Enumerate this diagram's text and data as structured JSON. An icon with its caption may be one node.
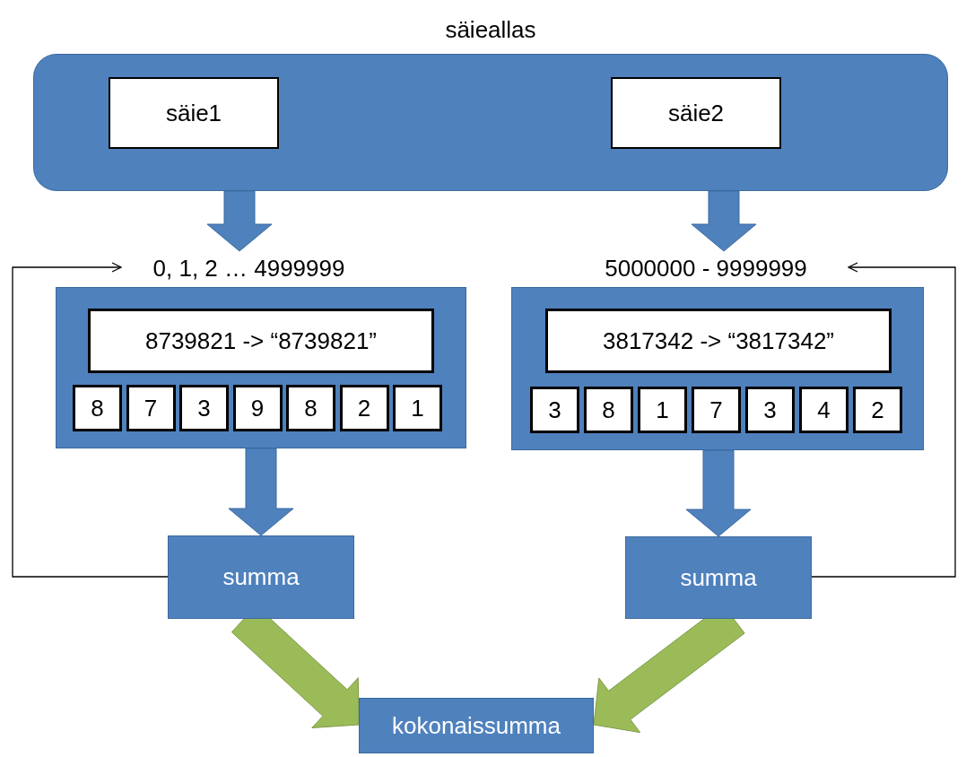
{
  "diagram": {
    "nodes": [
      {
        "text": [
          "säieallas"
        ]
      },
      {
        "text": [
          "säie1"
        ],
        "in": 0
      },
      {
        "text": [
          "säie2"
        ],
        "in": 0
      },
      {
        "text": [
          "0, 1, 2 … 4999999"
        ]
      },
      {
        "text": [],
        "shape": "box"
      },
      {
        "text": [
          "8739821 -> “8739821”"
        ],
        "in": 4
      },
      {
        "text": [
          "8"
        ],
        "in": 4
      },
      {
        "text": [
          "7"
        ],
        "in": 4
      },
      {
        "text": [
          "3"
        ],
        "in": 4
      },
      {
        "text": [
          "9"
        ],
        "in": 4
      },
      {
        "text": [
          "8"
        ],
        "in": 4
      },
      {
        "text": [
          "2"
        ],
        "in": 4
      },
      {
        "text": [
          "1"
        ],
        "in": 4
      },
      {
        "text": [
          "5000000 - 9999999"
        ]
      },
      {
        "text": [],
        "shape": "box"
      },
      {
        "text": [
          "3817342 -> “3817342”"
        ],
        "in": 14
      },
      {
        "text": [
          "3"
        ],
        "in": 14
      },
      {
        "text": [
          "8"
        ],
        "in": 14
      },
      {
        "text": [
          "1"
        ],
        "in": 14
      },
      {
        "text": [
          "7"
        ],
        "in": 14
      },
      {
        "text": [
          "3"
        ],
        "in": 14
      },
      {
        "text": [
          "4"
        ],
        "in": 14
      },
      {
        "text": [
          "2"
        ],
        "in": 14
      },
      {
        "text": [
          "summa"
        ]
      },
      {
        "text": [
          "summa"
        ]
      },
      {
        "text": [
          "kokonaissumma"
        ]
      }
    ],
    "edges": [
      {
        "from": 0,
        "to": 3,
        "arrow": "to",
        "style": "thick"
      },
      {
        "from": 0,
        "to": 13,
        "arrow": "to",
        "style": "thick"
      },
      {
        "from": 4,
        "to": 23,
        "arrow": "to",
        "style": "thick"
      },
      {
        "from": 14,
        "to": 24,
        "arrow": "to",
        "style": "thick"
      },
      {
        "from": 23,
        "to": 3,
        "arrow": "to"
      },
      {
        "from": 24,
        "to": 13,
        "arrow": "to"
      },
      {
        "from": 23,
        "to": 25,
        "arrow": "to",
        "style": "thick",
        "color": "#9bbb59"
      },
      {
        "from": 24,
        "to": 25,
        "arrow": "to",
        "style": "thick",
        "color": "#9bbb59"
      }
    ]
  }
}
